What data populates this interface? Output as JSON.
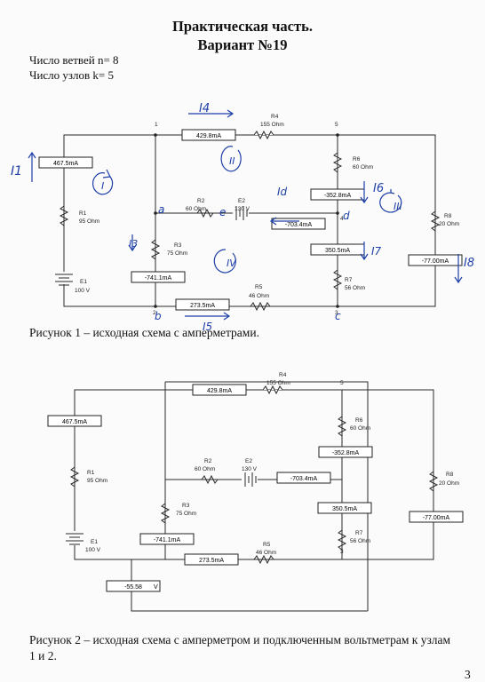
{
  "title": {
    "line1": "Практическая часть.",
    "line2": "Вариант №19"
  },
  "info": {
    "branches": "Число ветвей n= 8",
    "nodes": "Число узлов k= 5"
  },
  "captions": {
    "fig1": "Рисунок 1 – исходная схема с амперметрами.",
    "fig2_line1": "Рисунок 2 – исходная схема с амперметром и подключенным вольтметрам к узлам",
    "fig2_line2": "1 и 2."
  },
  "page_number": "3",
  "colors": {
    "wire": "#2a2a2a",
    "handwriting": "#1d3fa8"
  },
  "circuit1": {
    "meters": {
      "am_top": "429.8mA",
      "am_left": "467.5mA",
      "am_e2": "-703.4mA",
      "am_r3": "-741.1mA",
      "am_r5": "273.5mA",
      "am_r6": "-352.8mA",
      "am_r7": "350.5mA",
      "am_r8": "-77.00mA"
    },
    "components": {
      "r4": "R4",
      "r4v": "155 Ohm",
      "r6": "R6",
      "r6v": "60 Ohm",
      "r1": "R1",
      "r1v": "95 Ohm",
      "r2": "R2",
      "r2v": "60 Ohm",
      "e2": "E2",
      "e2v": "130 V",
      "r3": "R3",
      "r3v": "75 Ohm",
      "r5": "R5",
      "r5v": "46 Ohm",
      "r7": "R7",
      "r7v": "56 Ohm",
      "r8": "R8",
      "r8v": "20 Ohm",
      "e1": "E1",
      "e1v": "100 V",
      "n1": "1",
      "n5": "5",
      "n3": "3",
      "n4": "4",
      "n2": "2"
    },
    "handwritten": {
      "i4": "I4",
      "i1": "I1",
      "loop1": "I",
      "loop2": "II",
      "loop3": "III",
      "loop4": "IV",
      "id": "Id",
      "i6": "I6",
      "i3": "I3",
      "i7": "I7",
      "i8": "I8",
      "i5": "I5",
      "a": "a",
      "e": "e",
      "d": "d",
      "b": "b",
      "c": "c"
    }
  },
  "circuit2": {
    "meters": {
      "am_top": "429.8mA",
      "am_left": "467.5mA",
      "am_e2": "-703.4mA",
      "am_r3": "-741.1mA",
      "am_r5": "273.5mA",
      "am_r6": "-352.8mA",
      "am_r7": "350.5mA",
      "am_r8": "-77.00mA",
      "voltmeter": "-55.58"
    },
    "components": {
      "r4": "R4",
      "r4v": "155 Ohm",
      "r6": "R6",
      "r6v": "60 Ohm",
      "r1": "R1",
      "r1v": "95 Ohm",
      "r2": "R2",
      "r2v": "60 Ohm",
      "e2": "E2",
      "e2v": "130 V",
      "r3": "R3",
      "r3v": "75 Ohm",
      "r5": "R5",
      "r5v": "46 Ohm",
      "r7": "R7",
      "r7v": "56 Ohm",
      "r8": "R8",
      "r8v": "20 Ohm",
      "e1": "E1",
      "e1v": "100 V",
      "n5": "5",
      "n3": "3"
    }
  }
}
